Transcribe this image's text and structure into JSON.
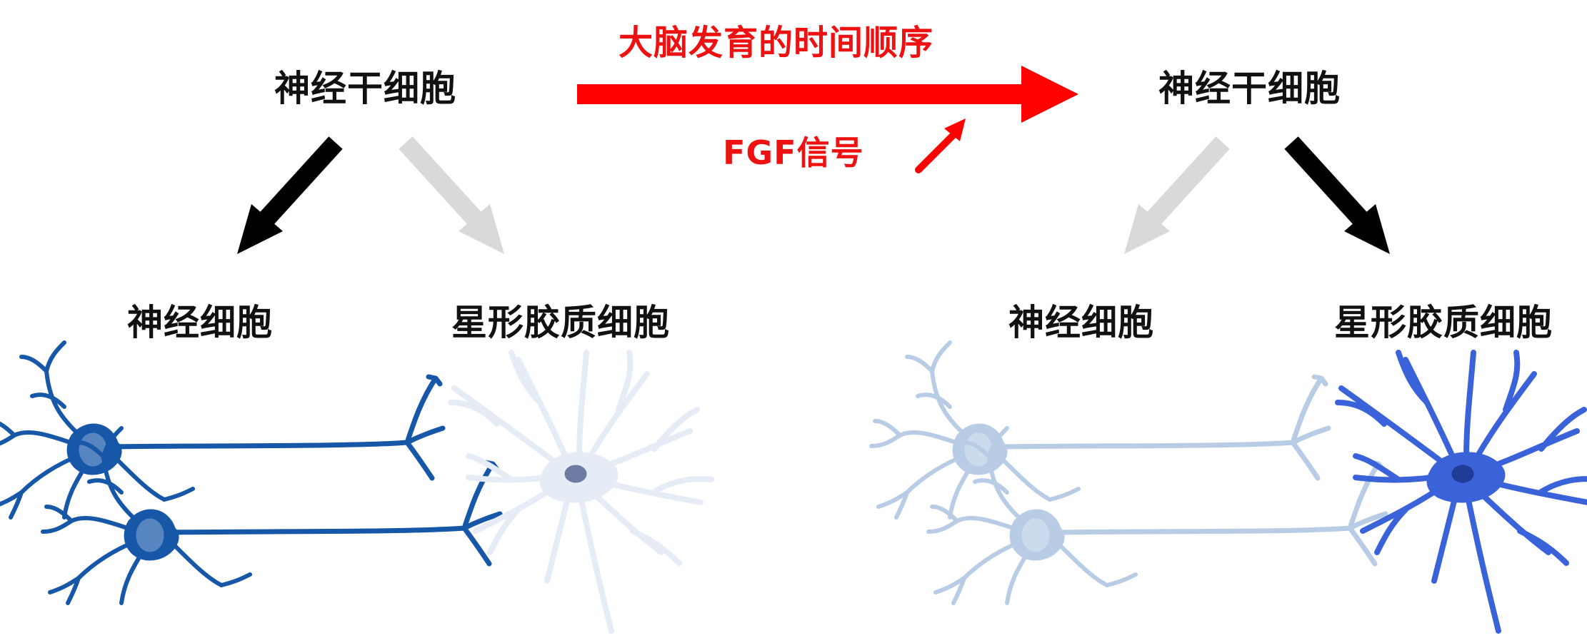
{
  "timeline": {
    "label": "大脑发育的时间顺序",
    "signal": "FGF信号",
    "color": "#ff0000"
  },
  "early": {
    "stem_cell": "神经干细胞",
    "neuron": "神经细胞",
    "astrocyte": "星形胶质细胞",
    "active_arrow": "neuron",
    "neuron_color": "#1757a8",
    "astrocyte_color": "#e6ecf6"
  },
  "late": {
    "stem_cell": "神经干细胞",
    "neuron": "神经细胞",
    "astrocyte": "星形胶质细胞",
    "active_arrow": "astrocyte",
    "neuron_color": "#b9cce6",
    "astrocyte_color": "#3b63d9"
  },
  "colors": {
    "active_arrow": "#000000",
    "inactive_arrow": "#d9d9d9"
  }
}
